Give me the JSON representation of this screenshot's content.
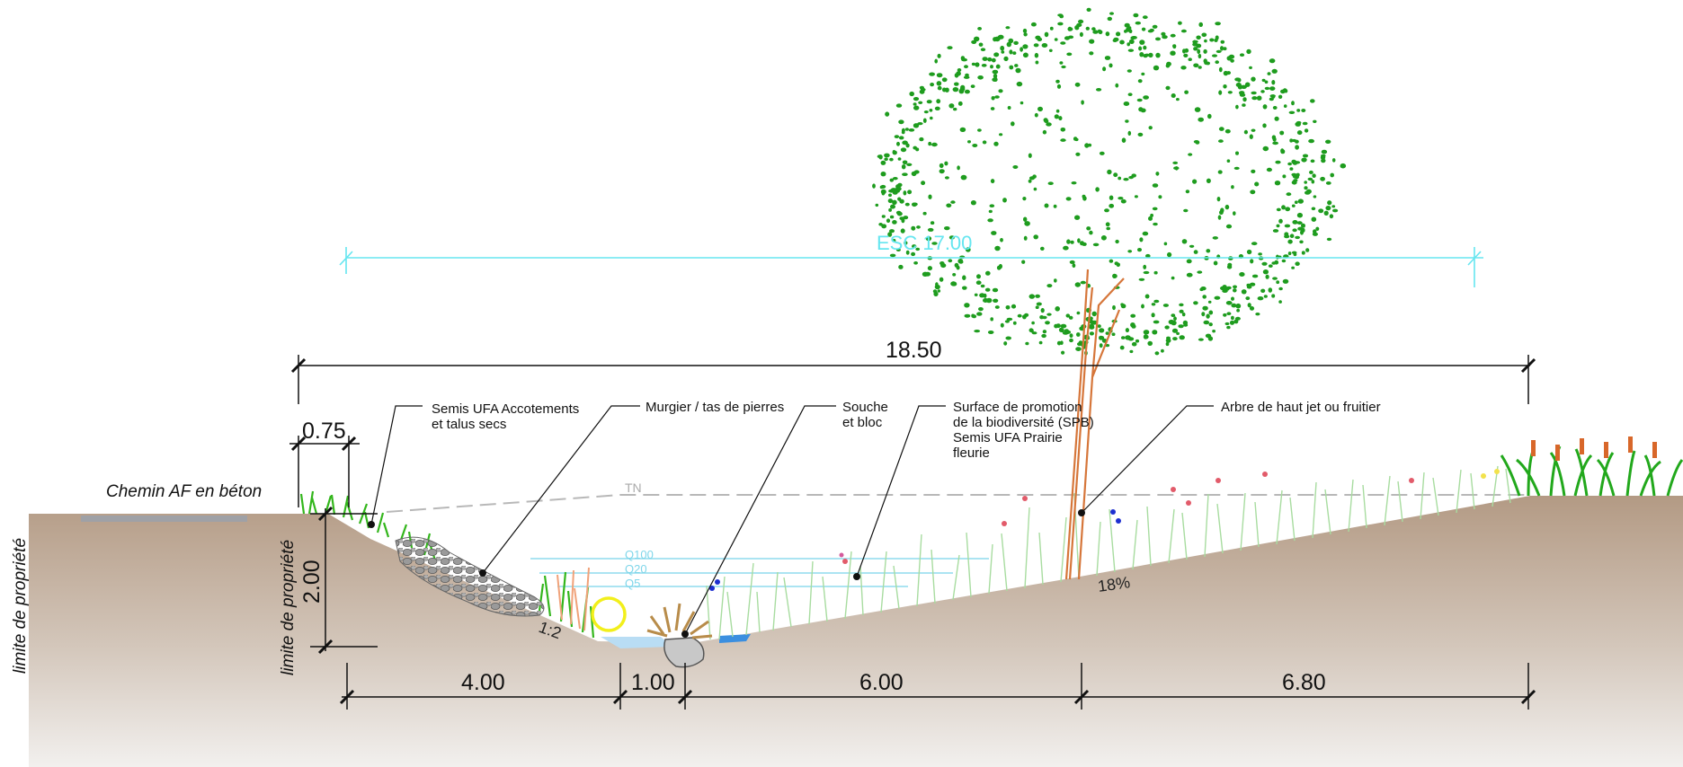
{
  "labels": {
    "road": "Chemin AF en béton",
    "property_left": "limite de propriété",
    "property_inner": "limite de propriété",
    "tn": "TN",
    "q100": "Q100",
    "q20": "Q20",
    "q5": "Q5",
    "slope_bank": "1:2",
    "slope_field": "18%",
    "tree_dim": "ESC 17.00"
  },
  "dimensions": {
    "total": "18.50",
    "edge": "0.75",
    "depth": "2.00",
    "seg1": "4.00",
    "seg2": "1.00",
    "seg3": "6.00",
    "seg4": "6.80"
  },
  "callouts": [
    {
      "line1": "Semis UFA Accotements",
      "line2": "et talus secs",
      "line3": "",
      "line4": ""
    },
    {
      "line1": "Murgier / tas de pierres",
      "line2": "",
      "line3": "",
      "line4": ""
    },
    {
      "line1": "Souche",
      "line2": "et bloc",
      "line3": "",
      "line4": ""
    },
    {
      "line1": "Surface de promotion",
      "line2": "de la biodiversité (SPB)",
      "line3": "Semis UFA Prairie",
      "line4": "fleurie"
    },
    {
      "line1": "Arbre de haut jet ou fruitier",
      "line2": "",
      "line3": "",
      "line4": ""
    }
  ],
  "colors": {
    "soil_top": "#b8a08a",
    "soil_bottom": "#ece9e6",
    "grass": "#33b61c",
    "meadow": "#a8dca0",
    "tree": "#1b9b1b",
    "trunk": "#d6763a",
    "water_line": "#7fd6ea",
    "stone": "#8e8e8e"
  }
}
